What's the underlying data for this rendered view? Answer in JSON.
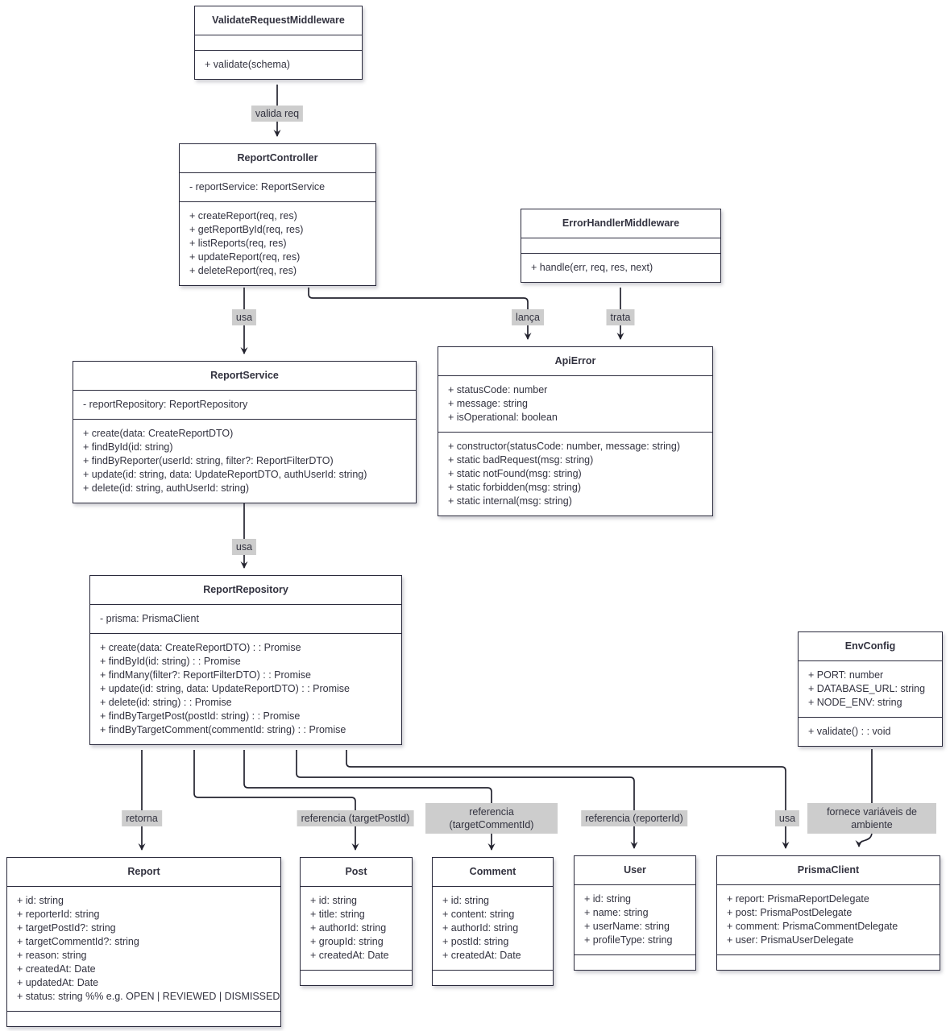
{
  "diagram": {
    "classes": [
      {
        "title": "ValidateRequestMiddleware",
        "attributes": [],
        "methods": [
          "+ validate(schema)"
        ]
      },
      {
        "title": "ReportController",
        "attributes": [
          "- reportService: ReportService"
        ],
        "methods": [
          "+ createReport(req, res)",
          "+ getReportById(req, res)",
          "+ listReports(req, res)",
          "+ updateReport(req, res)",
          "+ deleteReport(req, res)"
        ]
      },
      {
        "title": "ErrorHandlerMiddleware",
        "attributes": [],
        "methods": [
          "+ handle(err, req, res, next)"
        ]
      },
      {
        "title": "ReportService",
        "attributes": [
          "- reportRepository: ReportRepository"
        ],
        "methods": [
          "+ create(data: CreateReportDTO)",
          "+ findById(id: string)",
          "+ findByReporter(userId: string, filter?: ReportFilterDTO)",
          "+ update(id: string, data: UpdateReportDTO, authUserId: string)",
          "+ delete(id: string, authUserId: string)"
        ]
      },
      {
        "title": "ApiError",
        "attributes": [
          "+ statusCode: number",
          "+ message: string",
          "+ isOperational: boolean"
        ],
        "methods": [
          "+ constructor(statusCode: number, message: string)",
          "+ static badRequest(msg: string)",
          "+ static notFound(msg: string)",
          "+ static forbidden(msg: string)",
          "+ static internal(msg: string)"
        ]
      },
      {
        "title": "ReportRepository",
        "attributes": [
          "- prisma: PrismaClient"
        ],
        "methods": [
          "+ create(data: CreateReportDTO) : : Promise",
          "+ findById(id: string) : : Promise",
          "+ findMany(filter?: ReportFilterDTO) : : Promise",
          "+ update(id: string, data: UpdateReportDTO) : : Promise",
          "+ delete(id: string) : : Promise",
          "+ findByTargetPost(postId: string) : : Promise",
          "+ findByTargetComment(commentId: string) : : Promise"
        ]
      },
      {
        "title": "EnvConfig",
        "attributes": [
          "+ PORT: number",
          "+ DATABASE_URL: string",
          "+ NODE_ENV: string"
        ],
        "methods": [
          "+ validate() : : void"
        ]
      },
      {
        "title": "Report",
        "attributes": [
          "+ id: string",
          "+ reporterId: string",
          "+ targetPostId?: string",
          "+ targetCommentId?: string",
          "+ reason: string",
          "+ createdAt: Date",
          "+ updatedAt: Date",
          "+ status: string %% e.g. OPEN | REVIEWED | DISMISSED"
        ],
        "methods": []
      },
      {
        "title": "Post",
        "attributes": [
          "+ id: string",
          "+ title: string",
          "+ authorId: string",
          "+ groupId: string",
          "+ createdAt: Date"
        ],
        "methods": []
      },
      {
        "title": "Comment",
        "attributes": [
          "+ id: string",
          "+ content: string",
          "+ authorId: string",
          "+ postId: string",
          "+ createdAt: Date"
        ],
        "methods": []
      },
      {
        "title": "User",
        "attributes": [
          "+ id: string",
          "+ name: string",
          "+ userName: string",
          "+ profileType: string"
        ],
        "methods": []
      },
      {
        "title": "PrismaClient",
        "attributes": [
          "+ report: PrismaReportDelegate",
          "+ post: PrismaPostDelegate",
          "+ comment: PrismaCommentDelegate",
          "+ user: PrismaUserDelegate"
        ],
        "methods": []
      }
    ],
    "edge_labels": {
      "valida_req": "valida req",
      "usa_controller_service": "usa",
      "lanca": "lança",
      "trata": "trata",
      "usa_service_repository": "usa",
      "retorna": "retorna",
      "referencia_target_post": "referencia (targetPostId)",
      "referencia_target_comment": "referencia (targetCommentId)",
      "referencia_reporter": "referencia (reporterId)",
      "usa_repository_prisma": "usa",
      "fornece": "fornece variáveis de ambiente"
    },
    "colors": {
      "border": "#2b2b3d",
      "text": "#32323f",
      "label_bg": "#cdcdcd",
      "box_bg": "#ffffff"
    }
  }
}
